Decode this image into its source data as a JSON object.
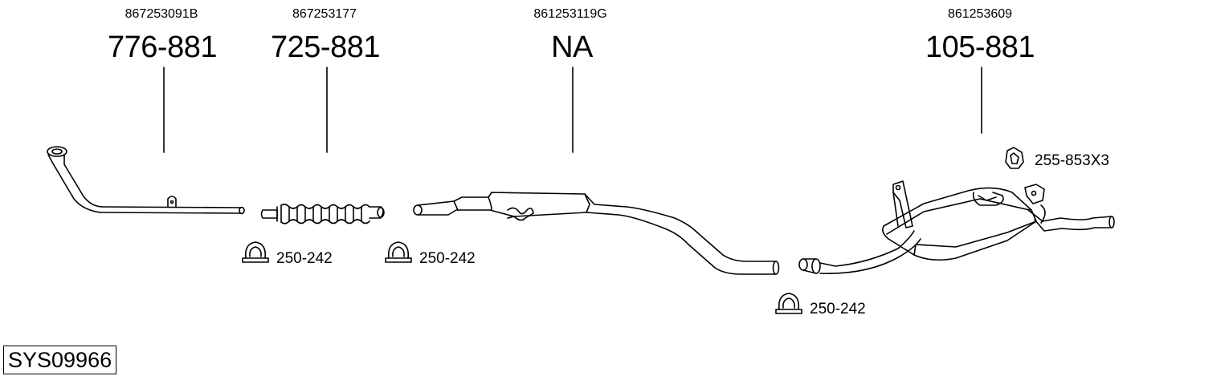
{
  "parts": [
    {
      "oem": "867253091B",
      "code": "776-881"
    },
    {
      "oem": "867253177",
      "code": "725-881"
    },
    {
      "oem": "861253119G",
      "code": "NA"
    },
    {
      "oem": "861253609",
      "code": "105-881"
    }
  ],
  "accessories": [
    {
      "label": "250-242"
    },
    {
      "label": "250-242"
    },
    {
      "label": "250-242"
    },
    {
      "label": "255-853X3"
    }
  ],
  "system_id": "SYS09966"
}
